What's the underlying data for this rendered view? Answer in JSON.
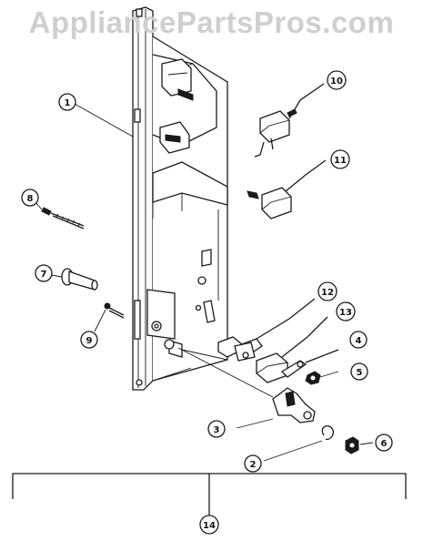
{
  "watermark": {
    "text": "AppliancePartsPros.com",
    "color": "#cfcfcf"
  },
  "callouts": [
    {
      "id": "1",
      "label": "1"
    },
    {
      "id": "2",
      "label": "2"
    },
    {
      "id": "3",
      "label": "3"
    },
    {
      "id": "4",
      "label": "4"
    },
    {
      "id": "5",
      "label": "5"
    },
    {
      "id": "6",
      "label": "6"
    },
    {
      "id": "7",
      "label": "7"
    },
    {
      "id": "8",
      "label": "8"
    },
    {
      "id": "9",
      "label": "9"
    },
    {
      "id": "10",
      "label": "10"
    },
    {
      "id": "11",
      "label": "11"
    },
    {
      "id": "12",
      "label": "12"
    },
    {
      "id": "13",
      "label": "13"
    },
    {
      "id": "14",
      "label": "14"
    }
  ]
}
